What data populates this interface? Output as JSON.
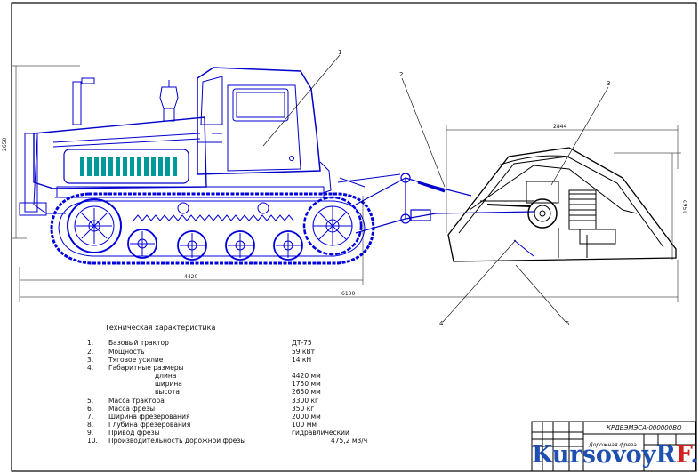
{
  "drawing": {
    "leaders": [
      "1",
      "2",
      "3",
      "4",
      "5"
    ],
    "dimensions": {
      "overall_height": "2650",
      "tractor_length": "4420",
      "total_length": "6100",
      "cutter_length": "2844",
      "cutter_height": "1562"
    }
  },
  "spec": {
    "title": "Техническая характеристика",
    "rows": [
      {
        "num": "1.",
        "label": "Базовый трактор",
        "value": "ДТ-75"
      },
      {
        "num": "2.",
        "label": "Мощность",
        "value": "59 кВт"
      },
      {
        "num": "3.",
        "label": "Тяговое усилие",
        "value": "14 кН"
      },
      {
        "num": "4.",
        "label": "Габаритные размеры",
        "value": ""
      },
      {
        "num": "",
        "label": "длина",
        "value": "4420 мм"
      },
      {
        "num": "",
        "label": "ширина",
        "value": "1750 мм"
      },
      {
        "num": "",
        "label": "высота",
        "value": "2650 мм"
      },
      {
        "num": "5.",
        "label": "Масса трактора",
        "value": "3300 кг"
      },
      {
        "num": "6.",
        "label": "Масса фрезы",
        "value": "350 кг"
      },
      {
        "num": "7.",
        "label": "Ширина фрезерования",
        "value": "2000 мм"
      },
      {
        "num": "8.",
        "label": "Глубина фрезерования",
        "value": "100 мм"
      },
      {
        "num": "9.",
        "label": "Привод фрезы",
        "value": "гидравлический"
      },
      {
        "num": "10.",
        "label": "Производительность дорожной фрезы",
        "value": "475,2 м3/ч"
      }
    ]
  },
  "title_block": {
    "code": "КРДБЭМЭСА-000000ВО",
    "name": "Дорожная фреза"
  },
  "watermark": {
    "text_main": "KursovoyR",
    "text_accent": "F",
    "text_tail": ".ru"
  },
  "colors": {
    "outline": "#0000cc",
    "frame": "#000000",
    "track": "#0000dd",
    "grille": "#009999",
    "watermark_blue": "#1f4fb0",
    "watermark_red": "#d31f1f"
  }
}
